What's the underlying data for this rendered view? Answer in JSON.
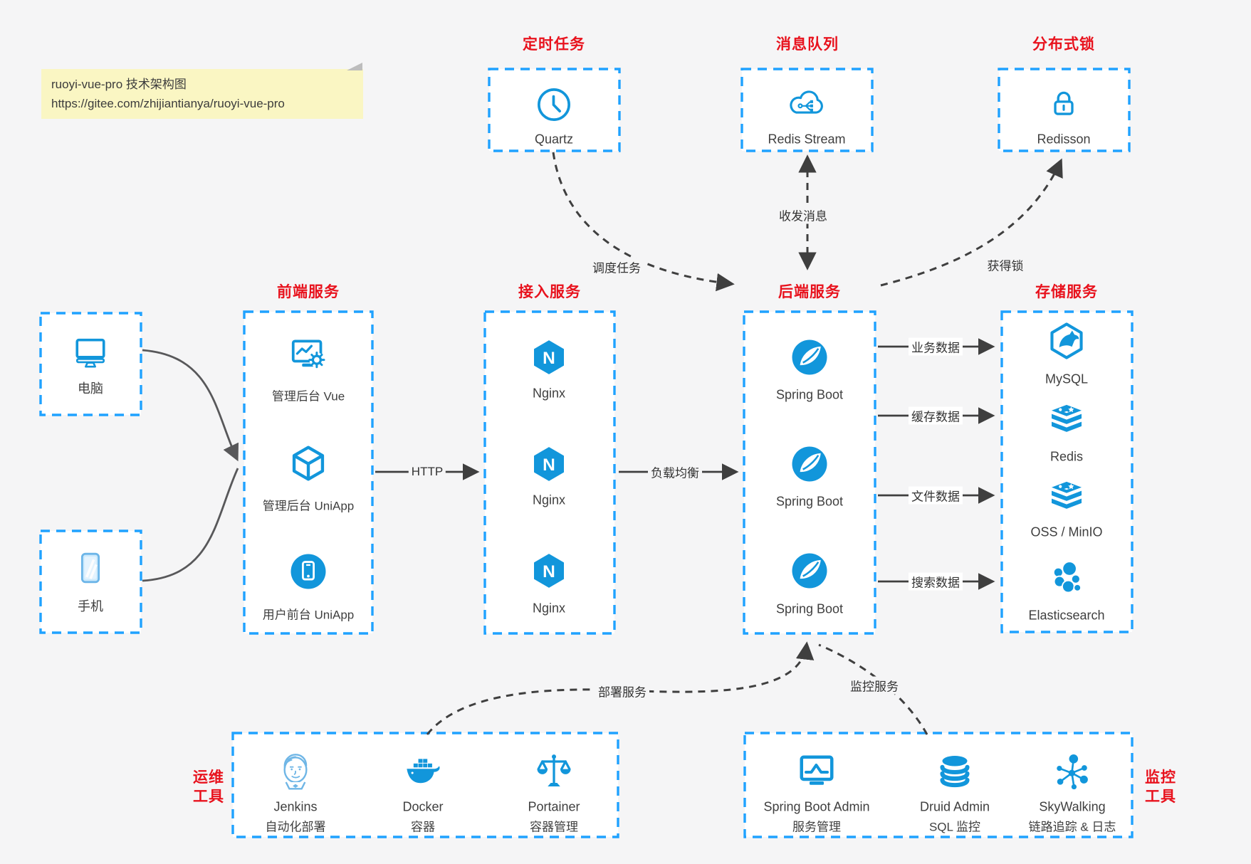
{
  "colors": {
    "canvas_bg": "#f5f5f6",
    "box_border_blue": "#1fa2ff",
    "icon_blue": "#1296db",
    "title_red": "#e8121d",
    "note_bg": "#faf6c3",
    "arrow_dark": "#3f3f3f"
  },
  "note": {
    "line1": "ruoyi-vue-pro 技术架构图",
    "line2": "https://gitee.com/zhijiantianya/ruoyi-vue-pro"
  },
  "top_groups": [
    {
      "title": "定时任务",
      "item": {
        "icon": "clock-icon",
        "label": "Quartz"
      }
    },
    {
      "title": "消息队列",
      "item": {
        "icon": "cloud-message-icon",
        "label": "Redis Stream"
      }
    },
    {
      "title": "分布式锁",
      "item": {
        "icon": "lock-icon",
        "label": "Redisson"
      }
    }
  ],
  "clients": [
    {
      "icon": "desktop-computer-icon",
      "label": "电脑"
    },
    {
      "icon": "smartphone-icon",
      "label": "手机"
    }
  ],
  "columns": [
    {
      "title": "前端服务",
      "items": [
        {
          "icon": "admin-vue-icon",
          "label": "管理后台 Vue"
        },
        {
          "icon": "uniapp-cube-icon",
          "label": "管理后台 UniApp"
        },
        {
          "icon": "user-app-icon",
          "label": "用户前台 UniApp"
        }
      ]
    },
    {
      "title": "接入服务",
      "items": [
        {
          "icon": "nginx-icon",
          "label": "Nginx",
          "letter": "N"
        },
        {
          "icon": "nginx-icon",
          "label": "Nginx",
          "letter": "N"
        },
        {
          "icon": "nginx-icon",
          "label": "Nginx",
          "letter": "N"
        }
      ]
    },
    {
      "title": "后端服务",
      "items": [
        {
          "icon": "spring-boot-icon",
          "label": "Spring Boot"
        },
        {
          "icon": "spring-boot-icon",
          "label": "Spring Boot"
        },
        {
          "icon": "spring-boot-icon",
          "label": "Spring Boot"
        }
      ]
    },
    {
      "title": "存储服务",
      "items": [
        {
          "icon": "mysql-icon",
          "label": "MySQL"
        },
        {
          "icon": "redis-icon",
          "label": "Redis"
        },
        {
          "icon": "object-storage-icon",
          "label": "OSS / MinIO"
        },
        {
          "icon": "elasticsearch-icon",
          "label": "Elasticsearch"
        }
      ]
    }
  ],
  "bottom_groups": [
    {
      "title_line1": "运维",
      "title_line2": "工具",
      "items": [
        {
          "icon": "jenkins-icon",
          "name": "Jenkins",
          "desc": "自动化部署"
        },
        {
          "icon": "docker-icon",
          "name": "Docker",
          "desc": "容器"
        },
        {
          "icon": "portainer-icon",
          "name": "Portainer",
          "desc": "容器管理"
        }
      ]
    },
    {
      "title_line1": "监控",
      "title_line2": "工具",
      "items": [
        {
          "icon": "spring-boot-admin-icon",
          "name": "Spring Boot Admin",
          "desc": "服务管理"
        },
        {
          "icon": "druid-icon",
          "name": "Druid Admin",
          "desc": "SQL 监控"
        },
        {
          "icon": "skywalking-icon",
          "name": "SkyWalking",
          "desc": "链路追踪 & 日志"
        }
      ]
    }
  ],
  "edges": {
    "http": "HTTP",
    "load_balance": "负载均衡",
    "schedule_job": "调度任务",
    "send_receive_message": "收发消息",
    "acquire_lock": "获得锁",
    "business_data": "业务数据",
    "cache_data": "缓存数据",
    "file_data": "文件数据",
    "search_data": "搜索数据",
    "deploy_service": "部署服务",
    "monitor_service": "监控服务"
  }
}
